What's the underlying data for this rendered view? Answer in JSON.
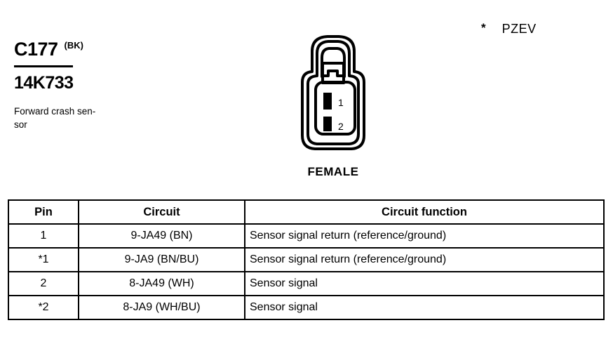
{
  "connector": {
    "code": "C177",
    "color_code": "(BK)",
    "part_number": "14K733",
    "description": "Forward crash sen-\nsor",
    "gender_label": "FEMALE",
    "pin_labels": [
      "1",
      "2"
    ]
  },
  "footnote": {
    "symbol": "*",
    "label": "PZEV"
  },
  "table": {
    "headers": [
      "Pin",
      "Circuit",
      "Circuit function"
    ],
    "rows": [
      {
        "pin": "1",
        "circuit": "9-JA49 (BN)",
        "function": "Sensor signal return (reference/ground)"
      },
      {
        "pin": "*1",
        "circuit": "9-JA9 (BN/BU)",
        "function": "Sensor signal return (reference/ground)"
      },
      {
        "pin": "2",
        "circuit": "8-JA49 (WH)",
        "function": "Sensor signal"
      },
      {
        "pin": "*2",
        "circuit": "8-JA9 (WH/BU)",
        "function": "Sensor signal"
      }
    ]
  },
  "colors": {
    "ink": "#000000",
    "background": "#ffffff"
  }
}
